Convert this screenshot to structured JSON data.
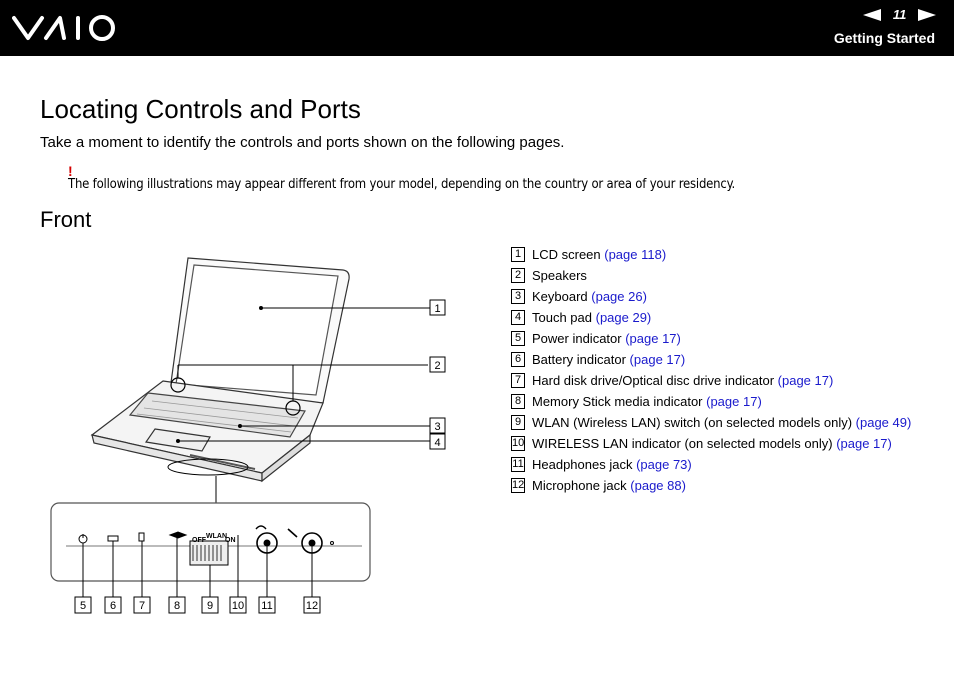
{
  "header": {
    "brand": "VAIO",
    "page_number": "11",
    "section": "Getting Started"
  },
  "title": "Locating Controls and Ports",
  "intro": "Take a moment to identify the controls and ports shown on the following pages.",
  "warning": {
    "mark": "!",
    "text": "The following illustrations may appear different from your model, depending on the country or area of your residency."
  },
  "subtitle": "Front",
  "figure": {
    "callouts_top": [
      "1",
      "2",
      "3",
      "4"
    ],
    "callouts_bottom": [
      "5",
      "6",
      "7",
      "8",
      "9",
      "10",
      "11",
      "12"
    ],
    "switch_labels": {
      "off": "OFF",
      "wlan": "WLAN",
      "on": "ON"
    }
  },
  "items": [
    {
      "num": "1",
      "text": "LCD screen ",
      "link": "(page 118)"
    },
    {
      "num": "2",
      "text": "Speakers",
      "link": ""
    },
    {
      "num": "3",
      "text": "Keyboard ",
      "link": "(page 26)"
    },
    {
      "num": "4",
      "text": "Touch pad ",
      "link": "(page 29)"
    },
    {
      "num": "5",
      "text": "Power indicator ",
      "link": "(page 17)"
    },
    {
      "num": "6",
      "text": "Battery indicator ",
      "link": "(page 17)"
    },
    {
      "num": "7",
      "text": "Hard disk drive/Optical disc drive indicator ",
      "link": "(page 17)"
    },
    {
      "num": "8",
      "text": "Memory Stick media indicator ",
      "link": "(page 17)"
    },
    {
      "num": "9",
      "text": "WLAN (Wireless LAN) switch (on selected models only) ",
      "link": "(page 49)"
    },
    {
      "num": "10",
      "text": "WIRELESS LAN indicator (on selected models only) ",
      "link": "(page 17)"
    },
    {
      "num": "11",
      "text": "Headphones jack ",
      "link": "(page 73)"
    },
    {
      "num": "12",
      "text": "Microphone jack ",
      "link": "(page 88)"
    }
  ],
  "colors": {
    "accent": "#1a1acc",
    "warning": "#d40000",
    "header_bg": "#000000"
  }
}
